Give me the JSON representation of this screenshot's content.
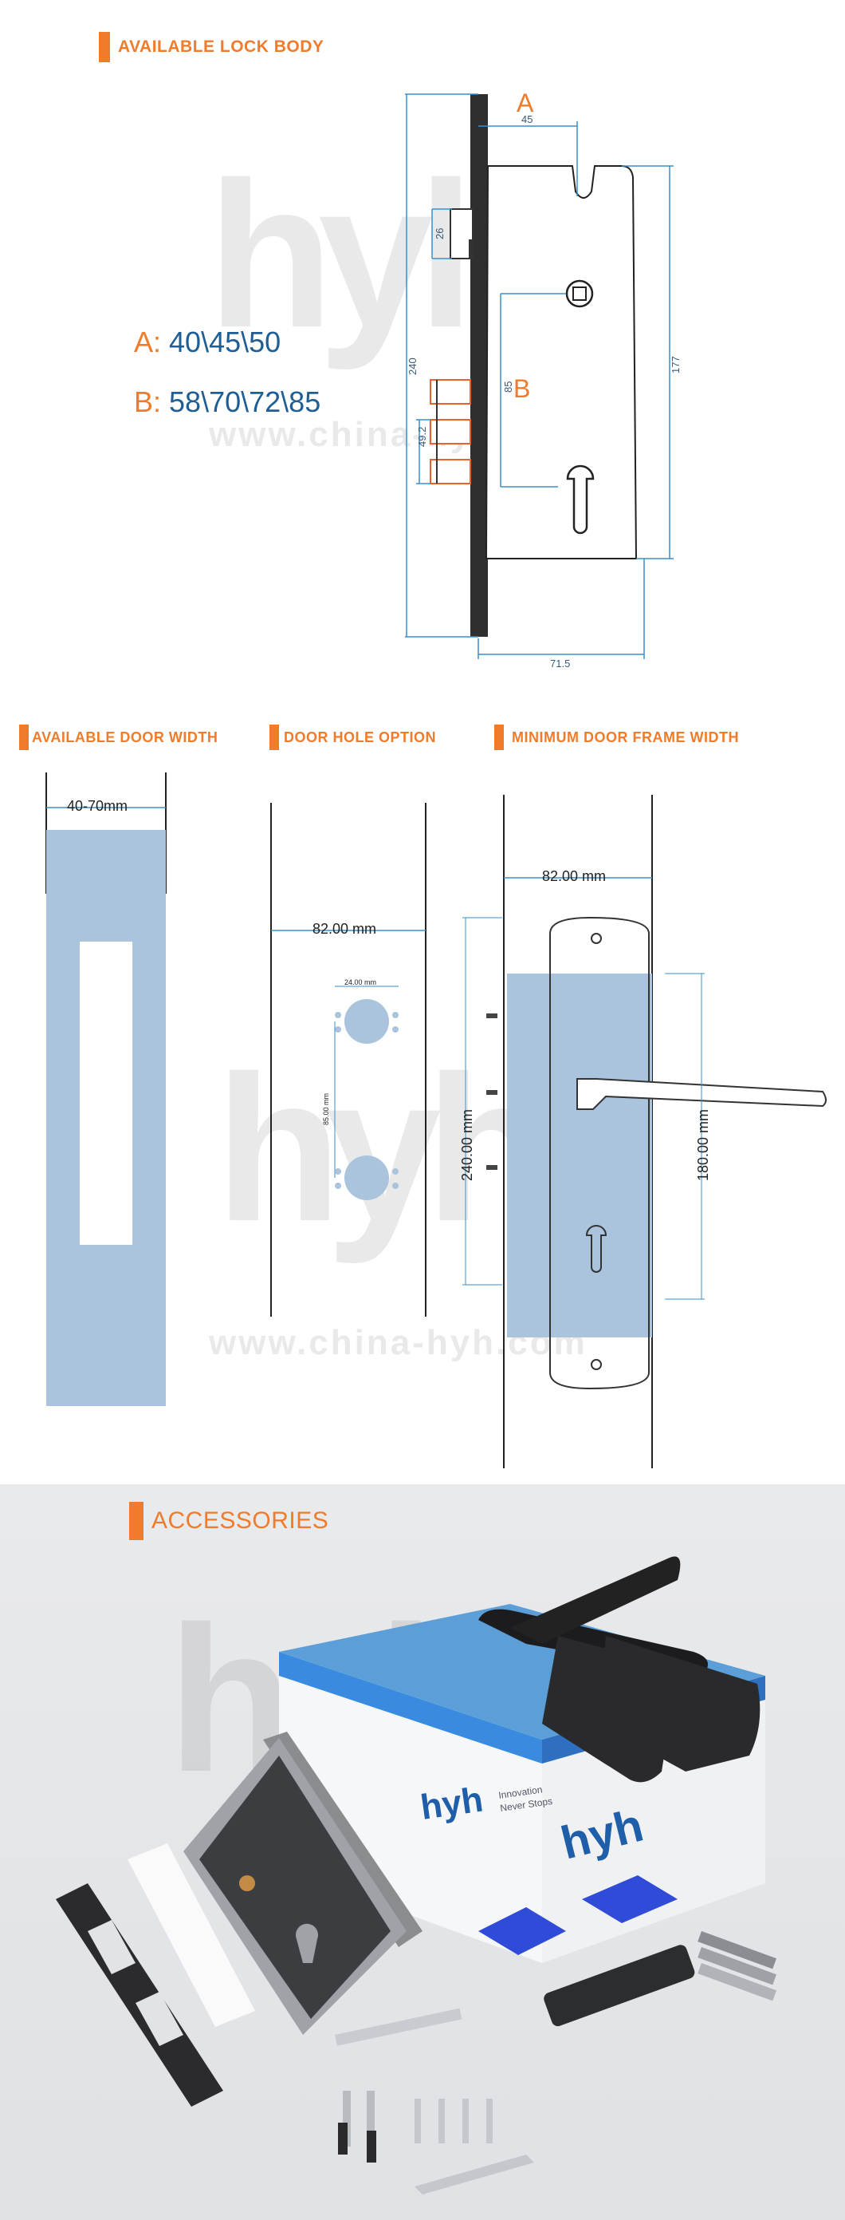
{
  "watermark": {
    "logo_text": "hyh",
    "url_text": "www.china-hyh.com",
    "url_text_short": "china-hyh.com"
  },
  "section_lock_body": {
    "title": "AVAILABLE LOCK BODY",
    "option_a": {
      "key": "A:",
      "values": "40\\45\\50"
    },
    "option_b": {
      "key": "B:",
      "values": "58\\70\\72\\85"
    },
    "diagram": {
      "marker_a": "A",
      "marker_b": "B",
      "dim_45": "45",
      "dim_26": "26",
      "dim_240": "240",
      "dim_85": "85",
      "dim_49_2": "49.2",
      "dim_177": "177",
      "dim_71_5": "71.5"
    }
  },
  "section_door": {
    "door_width": {
      "title": "AVAILABLE DOOR WIDTH",
      "range": "40-70mm"
    },
    "door_hole": {
      "title": "DOOR HOLE OPTION",
      "width": "82.00 mm",
      "hole_diameter": "24.00 mm",
      "hole_spacing": "85.00 mm"
    },
    "frame_width": {
      "title": "MINIMUM DOOR FRAME WIDTH",
      "width": "82.00 mm",
      "height_240": "240.00 mm",
      "height_180": "180.00 mm"
    }
  },
  "section_accessories": {
    "title": "ACCESSORIES",
    "box_brand": "hyh",
    "box_slogan_1": "Innovation",
    "box_slogan_2": "Never Stops"
  },
  "colors": {
    "accent": "#f07b2a",
    "diagram_line": "#3a8fc8",
    "door_fill": "#a9c4dc",
    "lock_body": "#3a3a3a"
  }
}
